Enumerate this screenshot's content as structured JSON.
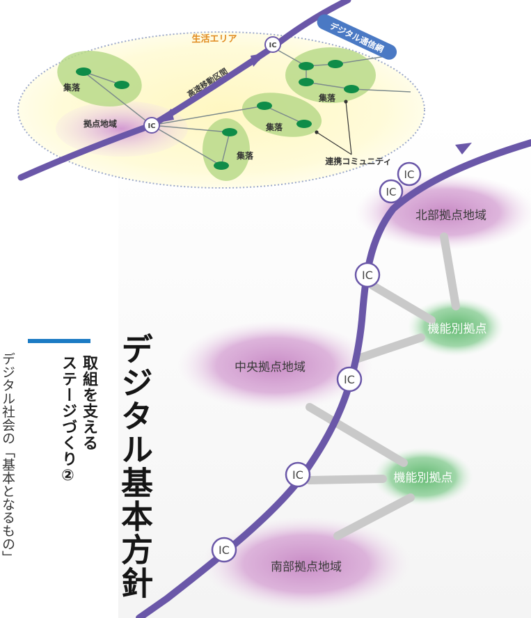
{
  "inset": {
    "area_label": "生活エリア",
    "network_label": "デジタル通信網",
    "highway_label": "高速移動区間",
    "base_label": "拠点地域",
    "village_label": "集落",
    "community_label": "連携コミュニティ",
    "ic_label": "IC"
  },
  "main": {
    "north_label": "北部拠点地域",
    "central_label": "中央拠点地域",
    "south_label": "南部拠点地域",
    "function_label": "機能別拠点",
    "ic_label": "IC"
  },
  "heading": {
    "title": "デジタル基本方針",
    "subtitle_line1": "取組を支える",
    "subtitle_line2": "ステージづくり②",
    "side_text": "デジタル社会の「基本となるもの」"
  },
  "colors": {
    "road": "#6a57a8",
    "base_region": "#c98cc6",
    "function_region": "#6bbf7a",
    "area": "#fffbcf",
    "village_region": "#b9d98a",
    "node": "#0f8c48",
    "network_band": "#4a79c4",
    "accent": "#1b7bc4"
  }
}
